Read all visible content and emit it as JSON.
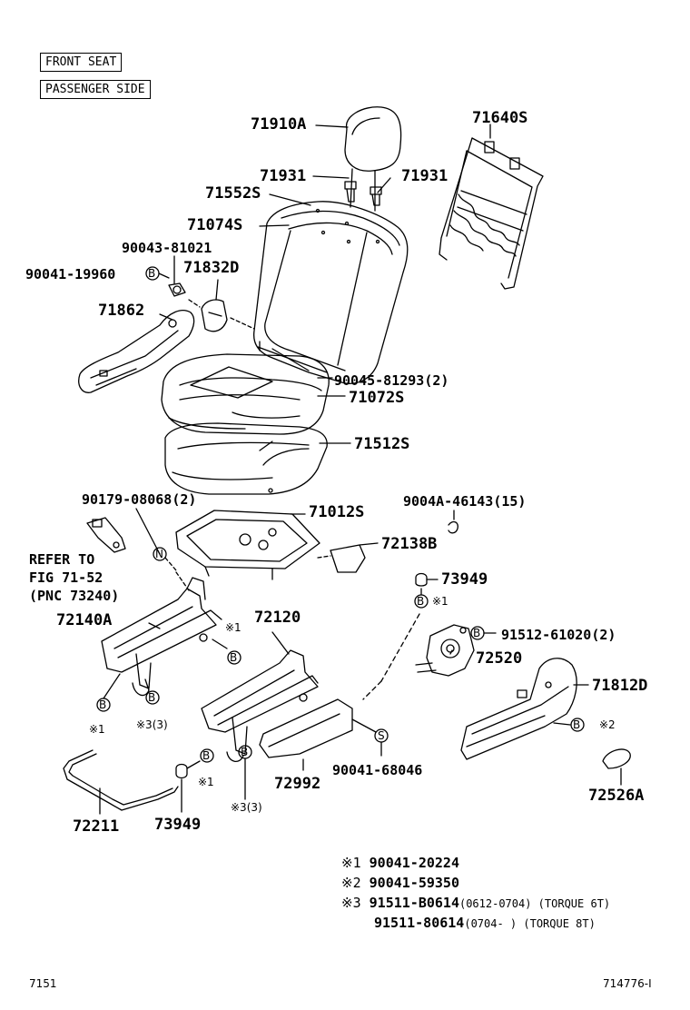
{
  "header": {
    "seat_label": "FRONT SEAT",
    "side_label": "PASSENGER SIDE"
  },
  "parts": {
    "p71910A": "71910A",
    "p71640S": "71640S",
    "p71931_left": "71931",
    "p71931_right": "71931",
    "p71552S": "71552S",
    "p71074S": "71074S",
    "p90043_81021": "90043-81021",
    "p90041_19960": "90041-19960",
    "p71832D": "71832D",
    "p71862": "71862",
    "p90045_81293": "90045-81293(2)",
    "p71072S": "71072S",
    "p71512S": "71512S",
    "p90179_08068": "90179-08068(2)",
    "p71012S": "71012S",
    "p9004A_46143": "9004A-46143(15)",
    "p72138B": "72138B",
    "p73949_top": "73949",
    "p72140A": "72140A",
    "p72120": "72120",
    "p91512_61020": "91512-61020(2)",
    "p72520": "72520",
    "p71812D": "71812D",
    "p90041_68046": "90041-68046",
    "p72992": "72992",
    "p72526A": "72526A",
    "p72211": "72211",
    "p73949_bottom": "73949"
  },
  "refer": {
    "line1": "REFER TO",
    "line2": "FIG 71-52",
    "line3": "(PNC 73240)"
  },
  "symbols": {
    "b": "B",
    "s": "S",
    "n": "N",
    "note1": "※1",
    "note2": "※2",
    "note3": "※3(3)"
  },
  "legend": [
    {
      "mark": "※1",
      "code": "90041-20224",
      "note": ""
    },
    {
      "mark": "※2",
      "code": "90041-59350",
      "note": ""
    },
    {
      "mark": "※3",
      "code": "91511-B0614",
      "note": "(0612-0704) (TORQUE 6T)"
    },
    {
      "mark": "",
      "code": "91511-80614",
      "note": "(0704-      ) (TORQUE 8T)"
    }
  ],
  "footer": {
    "left": "7151",
    "right": "714776-I"
  }
}
